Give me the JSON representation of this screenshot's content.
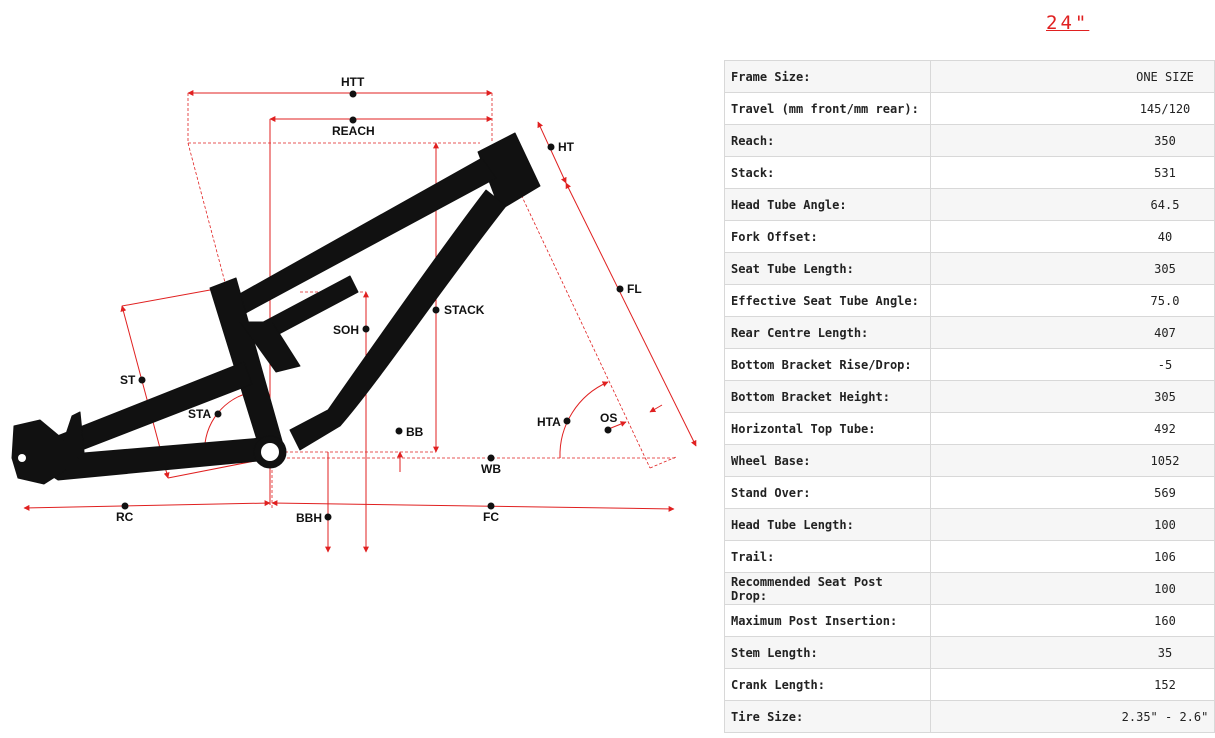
{
  "size_tab": "24\"",
  "diagram": {
    "labels": {
      "htt": "HTT",
      "reach": "REACH",
      "ht": "HT",
      "fl": "FL",
      "stack": "STACK",
      "soh": "SOH",
      "st": "ST",
      "sta": "STA",
      "bb": "BB",
      "hta": "HTA",
      "os": "OS",
      "wb": "WB",
      "rc": "RC",
      "bbh": "BBH",
      "fc": "FC"
    }
  },
  "geometry": {
    "rows": [
      {
        "label": "Frame Size:",
        "value": "ONE SIZE"
      },
      {
        "label": "Travel (mm front/mm rear):",
        "value": "145/120"
      },
      {
        "label": "Reach:",
        "value": "350"
      },
      {
        "label": "Stack:",
        "value": "531"
      },
      {
        "label": "Head Tube Angle:",
        "value": "64.5"
      },
      {
        "label": "Fork Offset:",
        "value": "40"
      },
      {
        "label": "Seat Tube Length:",
        "value": "305"
      },
      {
        "label": "Effective Seat Tube Angle:",
        "value": "75.0"
      },
      {
        "label": "Rear Centre Length:",
        "value": "407"
      },
      {
        "label": "Bottom Bracket Rise/Drop:",
        "value": "-5"
      },
      {
        "label": "Bottom Bracket Height:",
        "value": "305"
      },
      {
        "label": "Horizontal Top Tube:",
        "value": "492"
      },
      {
        "label": "Wheel Base:",
        "value": "1052"
      },
      {
        "label": "Stand Over:",
        "value": "569"
      },
      {
        "label": "Head Tube Length:",
        "value": "100"
      },
      {
        "label": "Trail:",
        "value": "106"
      },
      {
        "label": "Recommended Seat Post Drop:",
        "value": "100"
      },
      {
        "label": "Maximum Post Insertion:",
        "value": "160"
      },
      {
        "label": "Stem Length:",
        "value": "35"
      },
      {
        "label": "Crank Length:",
        "value": "152"
      },
      {
        "label": "Tire Size:",
        "value": "2.35\" - 2.6\""
      }
    ]
  },
  "colors": {
    "accent": "#e02020",
    "frame": "#111111",
    "dimension": "#e02020"
  }
}
